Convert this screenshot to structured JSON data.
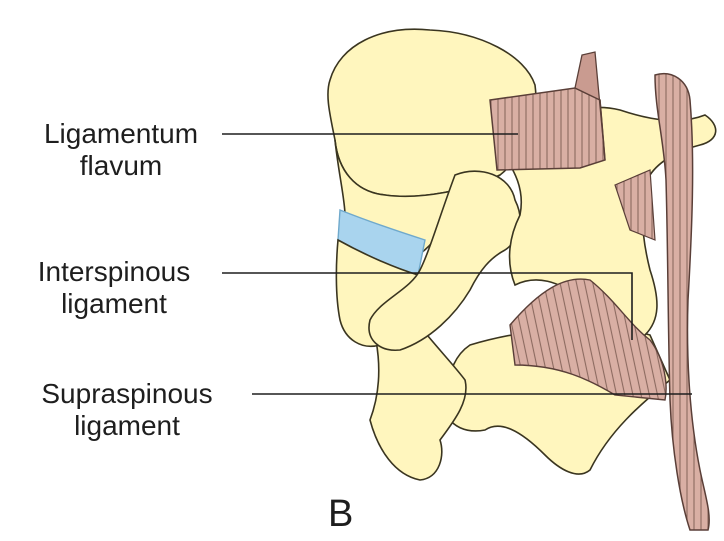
{
  "labels": {
    "ligamentum_flavum": {
      "line1": "Ligamentum",
      "line2": "flavum"
    },
    "interspinous_ligament": {
      "line1": "Interspinous",
      "line2": "ligament"
    },
    "supraspinous_ligament": {
      "line1": "Supraspinous",
      "line2": "ligament"
    }
  },
  "panel_letter": "B",
  "colors": {
    "bone": "#FFF6BE",
    "bone_outline": "#3a3520",
    "ligament": "#D9AFA4",
    "ligament_stripe": "#8C6A60",
    "disc": "#A9D4EE",
    "leader_line": "#1e1e1e"
  }
}
